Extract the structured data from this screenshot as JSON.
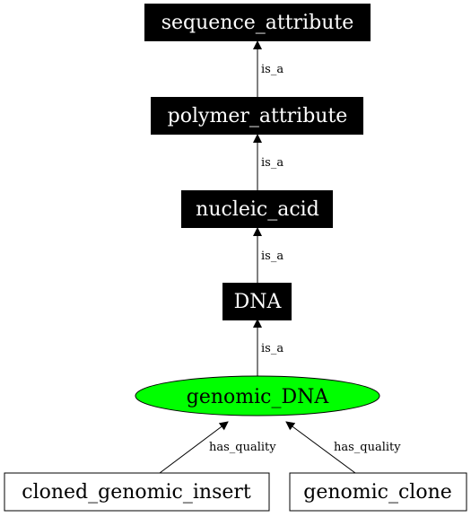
{
  "diagram": {
    "nodes": {
      "sequence_attribute": {
        "label": "sequence_attribute",
        "fill": "#000000",
        "text_color": "#ffffff",
        "shape": "box"
      },
      "polymer_attribute": {
        "label": "polymer_attribute",
        "fill": "#000000",
        "text_color": "#ffffff",
        "shape": "box"
      },
      "nucleic_acid": {
        "label": "nucleic_acid",
        "fill": "#000000",
        "text_color": "#ffffff",
        "shape": "box"
      },
      "dna": {
        "label": "DNA",
        "fill": "#000000",
        "text_color": "#ffffff",
        "shape": "box"
      },
      "genomic_dna": {
        "label": "genomic_DNA",
        "fill": "#00ff00",
        "text_color": "#000000",
        "shape": "ellipse"
      },
      "cloned_genomic_insert": {
        "label": "cloned_genomic_insert",
        "fill": "#ffffff",
        "text_color": "#000000",
        "shape": "box"
      },
      "genomic_clone": {
        "label": "genomic_clone",
        "fill": "#ffffff",
        "text_color": "#000000",
        "shape": "box"
      }
    },
    "edges": [
      {
        "from": "polymer_attribute",
        "to": "sequence_attribute",
        "label": "is_a"
      },
      {
        "from": "nucleic_acid",
        "to": "polymer_attribute",
        "label": "is_a"
      },
      {
        "from": "dna",
        "to": "nucleic_acid",
        "label": "is_a"
      },
      {
        "from": "genomic_dna",
        "to": "dna",
        "label": "is_a"
      },
      {
        "from": "cloned_genomic_insert",
        "to": "genomic_dna",
        "label": "has_quality"
      },
      {
        "from": "genomic_clone",
        "to": "genomic_dna",
        "label": "has_quality"
      }
    ]
  }
}
